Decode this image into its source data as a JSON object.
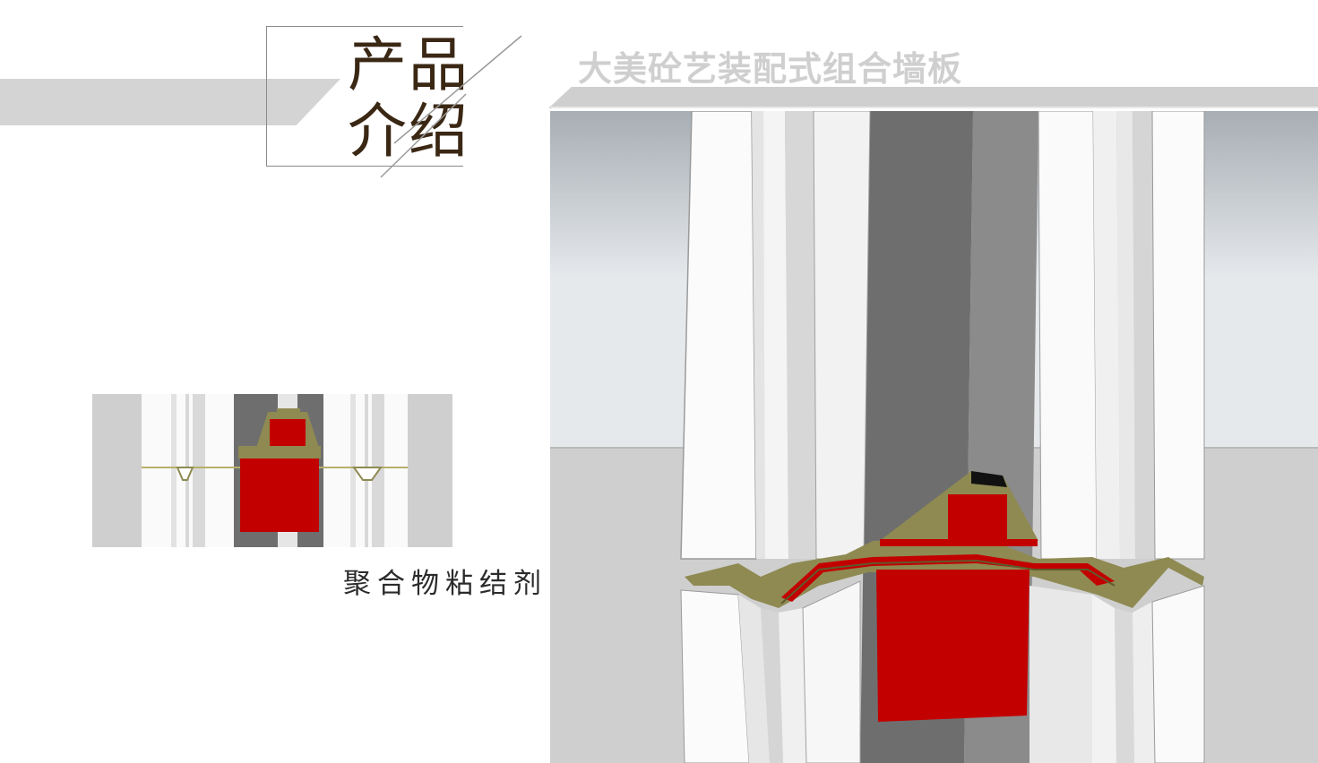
{
  "header": {
    "title_line1": "产品",
    "title_line2": "介绍",
    "subtitle": "大美砼艺装配式组合墙板"
  },
  "callout": {
    "label": "聚合物粘结剂"
  },
  "colors": {
    "title_text": "#3a2714",
    "subtitle_text": "#cfcfcf",
    "panel_white": "#f7f7f7",
    "panel_gray": "#6e6e6e",
    "connector_red": "#c30000",
    "adhesive": "#8e8a52",
    "marker_red": "#e03030"
  }
}
